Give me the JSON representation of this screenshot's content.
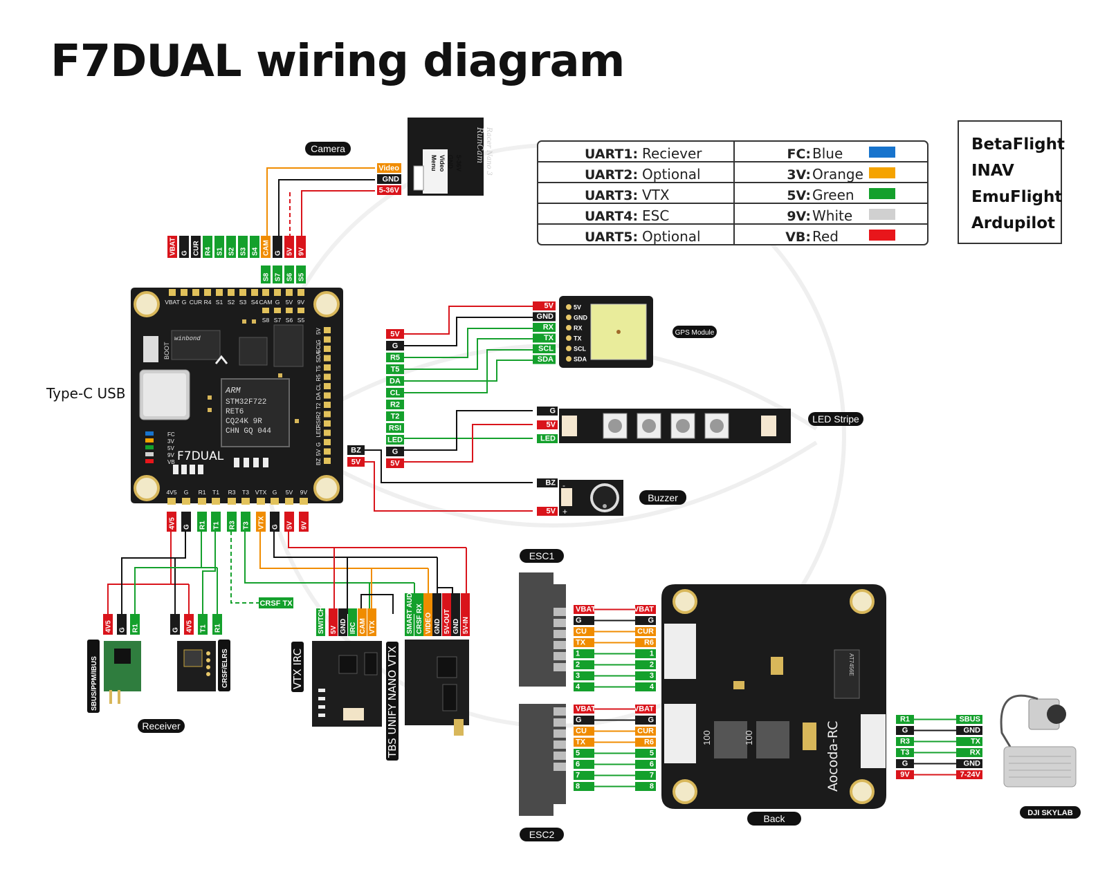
{
  "title": "F7DUAL wiring diagram",
  "uart_table": [
    {
      "uart": "UART1:",
      "use": "Reciever",
      "volt": "FC:",
      "color_name": "Blue",
      "swatch": "#1874cd"
    },
    {
      "uart": "UART2:",
      "use": "Optional",
      "volt": "3V:",
      "color_name": "Orange",
      "swatch": "#f5a300"
    },
    {
      "uart": "UART3:",
      "use": "VTX",
      "volt": "5V:",
      "color_name": "Green",
      "swatch": "#14a02c"
    },
    {
      "uart": "UART4:",
      "use": "ESC",
      "volt": "9V:",
      "color_name": "White",
      "swatch": "#d0d0d0"
    },
    {
      "uart": "UART5:",
      "use": "Optional",
      "volt": "VB:",
      "color_name": "Red",
      "swatch": "#e8161b"
    }
  ],
  "firmware": [
    "BetaFlight",
    "INAV",
    "EmuFlight",
    "Ardupilot"
  ],
  "labels": {
    "camera": "Camera",
    "typec": "Type-C USB",
    "gps": "GPS Module",
    "led_stripe": "LED Stripe",
    "buzzer": "Buzzer",
    "receiver": "Receiver",
    "crsf_tx": "CRSF TX",
    "esc1": "ESC1",
    "esc2": "ESC2",
    "back": "Back",
    "dji": "DJI SKYLAB",
    "vtx_irc": "VTX IRC",
    "tbs_vtx": "TBS UNIFY NANO VTX",
    "sbus_rx": "SBUS/PPM/IBUS",
    "crsf_rx": "CRSF/ELRS"
  },
  "camera_pins": [
    "Video",
    "GND",
    "5-36V"
  ],
  "camera_module": {
    "brand": "RunCam",
    "model": "Racer Nano 3",
    "pins": [
      "Menu",
      "Video",
      "GND",
      "5-36V"
    ]
  },
  "fc_top_pads": [
    "VBAT",
    "G",
    "CUR",
    "R4",
    "S1",
    "S2",
    "S3",
    "S4",
    "CAM",
    "G",
    "5V",
    "9V"
  ],
  "fc_top_pads2": [
    "S8",
    "S7",
    "S6",
    "S5"
  ],
  "fc_bottom_pads": [
    "4V5",
    "G",
    "R1",
    "T1",
    "R3",
    "T3",
    "VTX",
    "G",
    "5V",
    "9V"
  ],
  "fc_board": {
    "mcu_brand": "ARM",
    "mcu_lines": [
      "STM32F722",
      "RET6",
      "CQ24K  9R",
      "CHN GQ 044"
    ],
    "name": "F7DUAL",
    "boot": "BOOT",
    "flash": "winbond",
    "leds": [
      "FC",
      "3V",
      "5V",
      "9V",
      "VB"
    ]
  },
  "fc_right_pads": [
    "5V",
    "G",
    "SCL",
    "SDA",
    "T5",
    "R5",
    "CL",
    "DA",
    "T2",
    "R2",
    "RSI",
    "LED",
    "G",
    "5V",
    "BZ"
  ],
  "fc_side_tags": [
    "5V",
    "G",
    "R5",
    "T5",
    "DA",
    "CL",
    "R2",
    "T2",
    "RSI",
    "LED",
    "G",
    "5V"
  ],
  "bz_tags": [
    "BZ",
    "5V"
  ],
  "gps_pins": [
    "5V",
    "GND",
    "RX",
    "TX",
    "SCL",
    "SDA"
  ],
  "led_pins": [
    "G",
    "5V",
    "LED"
  ],
  "buzzer_pins": [
    "BZ",
    "5V"
  ],
  "rx1_pins": [
    "4V5",
    "G",
    "R1"
  ],
  "rx2_pins": [
    "G",
    "4V5",
    "T1",
    "R1"
  ],
  "vtx_irc_pins": [
    "SWITCH",
    "5V",
    "GND",
    "IRC",
    "CAM",
    "VTX"
  ],
  "tbs_pins": [
    "SMART AUDIO",
    "CRSF RX",
    "VIDEO",
    "GND",
    "5V-OUT",
    "GND",
    "5V-IN"
  ],
  "esc1_left": [
    "VBAT",
    "G",
    "CU",
    "TX",
    "1",
    "2",
    "3",
    "4"
  ],
  "esc1_right": [
    "VBAT",
    "G",
    "CUR",
    "R6",
    "1",
    "2",
    "3",
    "4"
  ],
  "esc2_left": [
    "VBAT",
    "G",
    "CU",
    "TX",
    "5",
    "6",
    "7",
    "8"
  ],
  "esc2_right": [
    "VBAT",
    "G",
    "CUR",
    "R6",
    "5",
    "6",
    "7",
    "8"
  ],
  "back_board": {
    "brand": "Aocoda-RC",
    "inductor": "100",
    "chip": "AT7456E"
  },
  "dji_left": [
    "R1",
    "G",
    "R3",
    "T3",
    "G",
    "9V"
  ],
  "dji_right": [
    "SBUS",
    "GND",
    "TX",
    "RX",
    "GND",
    "7-24V"
  ]
}
